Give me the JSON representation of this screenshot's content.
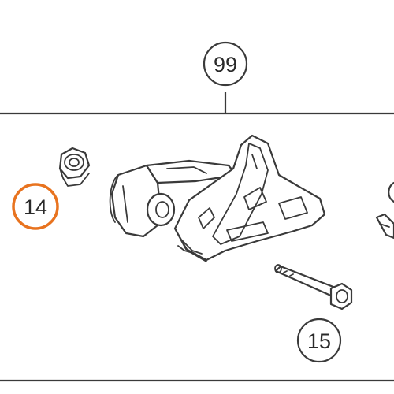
{
  "callouts": {
    "assembly": {
      "label": "99"
    },
    "nut": {
      "label": "14",
      "highlight_color": "#e8731f"
    },
    "bolt": {
      "label": "15"
    }
  },
  "colors": {
    "line": "#3a3a3a",
    "background": "#ffffff",
    "highlight": "#e8731f"
  }
}
